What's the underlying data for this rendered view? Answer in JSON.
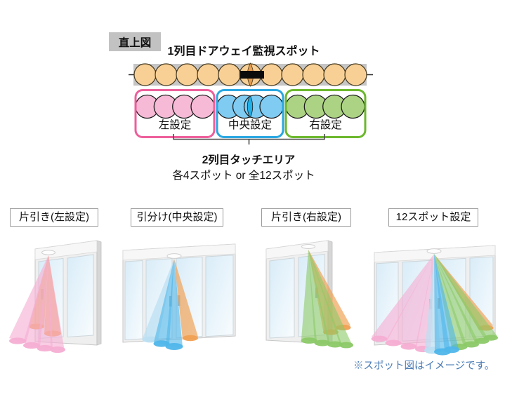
{
  "colors": {
    "band_gray": "#C5C5C5",
    "label_gray": "#C2C2C2",
    "spot_tan": "#F8D096",
    "spot_tan_dark": "#EA9E50",
    "spot_pink": "#F6BAD6",
    "spot_blue": "#7FCBF2",
    "spot_blue_dark": "#1FB0E8",
    "spot_green": "#ACD383",
    "box_pink": "#ED5F9B",
    "box_blue": "#29A7E1",
    "box_green": "#6CB82D",
    "beam_pink": "#F5AED3",
    "beam_orange": "#F0A052",
    "beam_blue": "#4FB6EA",
    "beam_blue_pale": "#BBDFF2",
    "beam_green": "#8CC968",
    "footnote_blue": "#4A7BB5"
  },
  "top_diagram": {
    "corner_label": "直上図",
    "title": "1列目ドアウェイ監視スポット",
    "row1_spot_count": 11,
    "groups": [
      {
        "id": "left",
        "label": "左設定",
        "spot_count": 4
      },
      {
        "id": "center",
        "label": "中央設定",
        "spot_count": 4
      },
      {
        "id": "right",
        "label": "右設定",
        "spot_count": 4
      }
    ],
    "bracket_title": "2列目タッチエリア",
    "bracket_subtitle": "各4スポット or 全12スポット"
  },
  "doors": [
    {
      "label": "片引き(左設定)",
      "beam_colors": [
        "pink",
        "orange"
      ]
    },
    {
      "label": "引分け(中央設定)",
      "beam_colors": [
        "blue",
        "orange"
      ]
    },
    {
      "label": "片引き(右設定)",
      "beam_colors": [
        "green",
        "orange"
      ]
    },
    {
      "label": "12スポット設定",
      "beam_colors": [
        "pink",
        "blue",
        "green",
        "orange"
      ]
    }
  ],
  "footnote": "※スポット図はイメージです。"
}
